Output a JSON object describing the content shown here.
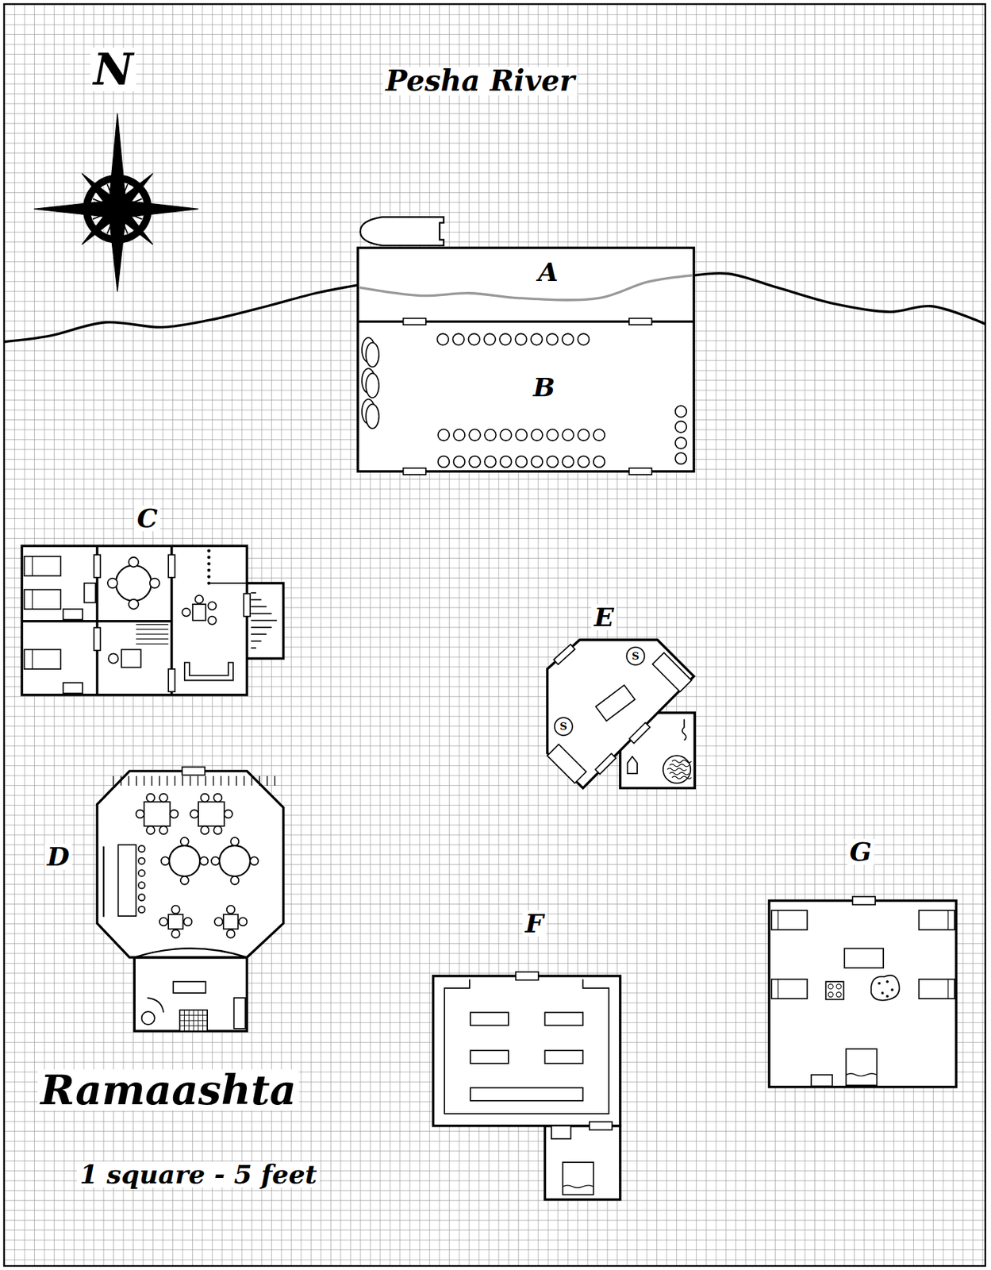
{
  "diagram": {
    "title": "Ramaashta",
    "labels": [
      "N",
      "Pesha River",
      "A",
      "B",
      "C",
      "S",
      "S",
      "D",
      "E",
      "F",
      "G",
      "1 square - 5 feet"
    ]
  }
}
